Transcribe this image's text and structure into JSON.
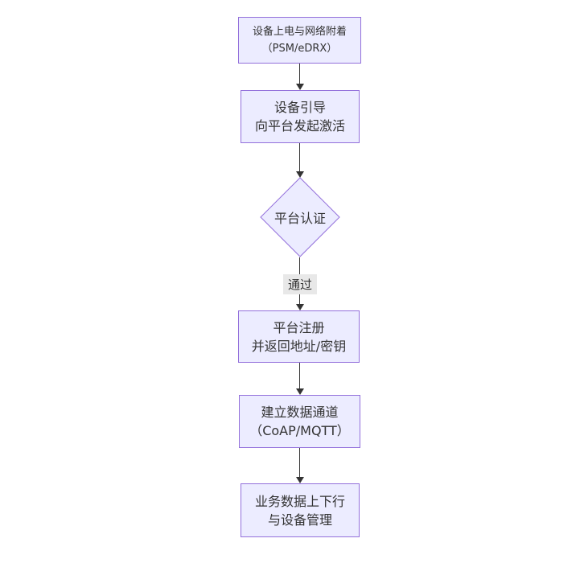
{
  "diagram": {
    "type": "flowchart-top-down",
    "style": {
      "background": "#ffffff",
      "node_fill": "#ECECFF",
      "node_border": "#9370DB",
      "node_text_color": "#333333",
      "edge_color": "#333333",
      "edge_label_bg": "#e8e8e8"
    },
    "nodes": [
      {
        "id": "power-attach",
        "shape": "rectangle",
        "lines": [
          "设备上电与网络附着",
          "（PSM/eDRX）"
        ]
      },
      {
        "id": "bootstrap",
        "shape": "rectangle",
        "lines": [
          "设备引导",
          "向平台发起激活"
        ]
      },
      {
        "id": "platform-auth",
        "shape": "diamond",
        "lines": [
          "平台认证"
        ]
      },
      {
        "id": "platform-register",
        "shape": "rectangle",
        "lines": [
          "平台注册",
          "并返回地址/密钥"
        ]
      },
      {
        "id": "data-channel",
        "shape": "rectangle",
        "lines": [
          "建立数据通道",
          "（CoAP/MQTT）"
        ]
      },
      {
        "id": "business-data",
        "shape": "rectangle",
        "lines": [
          "业务数据上下行",
          "与设备管理"
        ]
      }
    ],
    "edges": [
      {
        "from": "power-attach",
        "to": "bootstrap",
        "label": ""
      },
      {
        "from": "bootstrap",
        "to": "platform-auth",
        "label": ""
      },
      {
        "from": "platform-auth",
        "to": "platform-register",
        "label": "通过"
      },
      {
        "from": "platform-register",
        "to": "data-channel",
        "label": ""
      },
      {
        "from": "data-channel",
        "to": "business-data",
        "label": ""
      }
    ]
  }
}
